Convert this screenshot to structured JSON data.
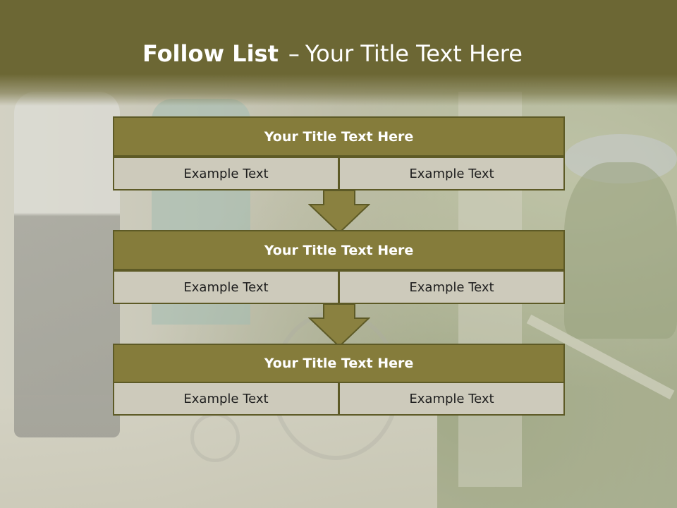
{
  "slide": {
    "title_bold": "Follow List",
    "title_separator": "–",
    "title_rest": "Your Title Text Here"
  },
  "steps": [
    {
      "title": "Your Title Text Here",
      "left": "Example Text",
      "right": "Example Text"
    },
    {
      "title": "Your Title Text Here",
      "left": "Example Text",
      "right": "Example Text"
    },
    {
      "title": "Your Title Text Here",
      "left": "Example Text",
      "right": "Example Text"
    }
  ],
  "colors": {
    "header": "#6c6734",
    "block_head": "#857c3b",
    "cell": "#cdcabb",
    "border": "#5d5a26",
    "arrow": "#8a8140"
  },
  "icons": [
    "down-arrow-icon",
    "down-arrow-icon"
  ]
}
